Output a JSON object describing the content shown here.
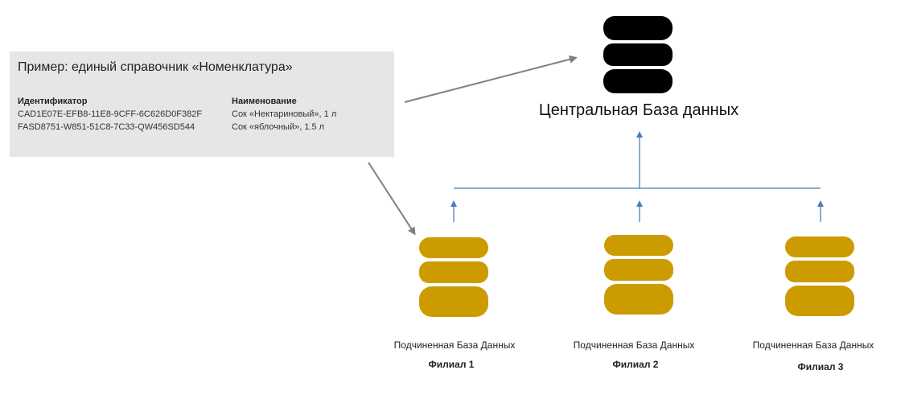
{
  "example": {
    "title": "Пример: единый справочник «Номенклатура»",
    "columns": [
      "Идентификатор",
      "Наименование"
    ],
    "rows": [
      [
        "CAD1E07E-EFB8-11E8-9CFF-6C626D0F382F",
        "Сок «Нектариновый», 1 л"
      ],
      [
        "FASD8751-W851-51C8-7C33-QW456SD544",
        "Сок «яблочный», 1.5 л"
      ]
    ]
  },
  "central": {
    "label": "Центральная База данных"
  },
  "branches": [
    {
      "label": "Подчиненная База Данных",
      "name": "Филиал 1"
    },
    {
      "label": "Подчиненная База Данных",
      "name": "Филиал 2"
    },
    {
      "label": "Подчиненная База Данных",
      "name": "Филиал 3"
    }
  ],
  "colors": {
    "central_db": "#000000",
    "branch_db": "#cc9b00",
    "connector": "#4a7fb5",
    "example_arrow": "#808080",
    "example_box": "#e6e6e6"
  },
  "icons": {
    "central": "database-icon",
    "branch": "database-icon"
  }
}
